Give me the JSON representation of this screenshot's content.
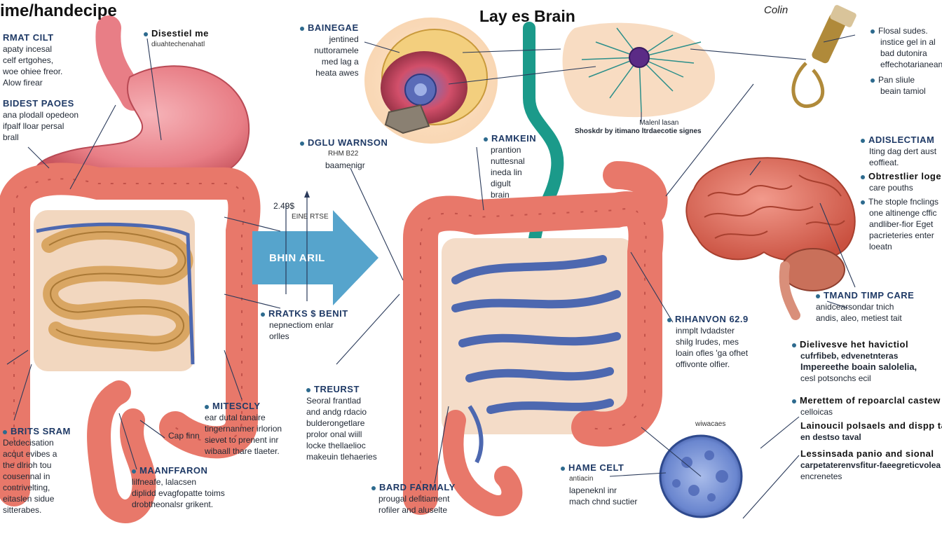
{
  "titles": {
    "left": "ime/handecipe",
    "center": "Lay es Brain",
    "right": "Colin"
  },
  "arrow_label": "BHIN ARIL",
  "labels": {
    "rmat_celt": {
      "head": "RMAT CILT",
      "lines": [
        "apaty incesal",
        "celf ertgohes,",
        "woe ohiee freor.",
        "Alow firear"
      ]
    },
    "bidest": {
      "head": "BIDEST PAOES",
      "lines": [
        "ana plodall opedeon",
        "ifpalf lloar persal",
        "brall"
      ]
    },
    "brits_sram": {
      "head": "BRITS SRAM",
      "lines": [
        "Detdecisation",
        "acqut evibes a",
        "the dlrioh tou",
        "cousennal in",
        "contrivelting,",
        "eitaslen sidue",
        "sitterabes."
      ]
    },
    "disestiel": {
      "head": "Disestiel me",
      "lines": [
        "diuahtechenahatl"
      ]
    },
    "mitescly": {
      "head": "MITESCLY",
      "lines": [
        "ear dutal tanaire",
        "tingernanmer irlorion",
        "sievet to prenent inr",
        "wibaall thare tlaeter."
      ]
    },
    "cap_enn": {
      "lines": [
        "Cap finn"
      ]
    },
    "maanfaron": {
      "head": "MAANFFARON",
      "lines": [
        "lilfneafe, lalacsen",
        "diplidd evagfopatte toims",
        "drobtheonalsr grikent."
      ]
    },
    "bainegae": {
      "head": "BAINEGAE",
      "lines": [
        "jentined",
        "nuttoramele",
        "med lag a",
        "heata awes"
      ]
    },
    "dglu_warnson": {
      "head": "DGLU WARNSON",
      "lines": [
        "RHM B22",
        "baamenigr"
      ]
    },
    "value_marker": {
      "lines": [
        "2.49$"
      ]
    },
    "value_sub": {
      "lines": [
        "EINE RTSE"
      ]
    },
    "rratks": {
      "head": "RRATKS $ BENIT",
      "lines": [
        "nepnectiom enlar",
        "orlles"
      ]
    },
    "treurst": {
      "head": "TREURST",
      "lines": [
        "Seoral frantlad",
        "and andg rdacio",
        "bulderongetlare",
        "prolor onal wiill",
        "locke thellaelioc",
        "makeuin tlehaeries"
      ]
    },
    "bard_farmaly": {
      "head": "BARD FARMALY",
      "lines": [
        "prougal delitiament",
        "rofiler and aluselte"
      ]
    },
    "ramkein": {
      "head": "RAMKEIN",
      "lines": [
        "prantion",
        "nuttesnal",
        "ineda lin",
        "digult",
        "brain"
      ]
    },
    "neuron_caption": {
      "lines": [
        "Malenl lasan",
        "Shoskdr by itimano ltrdaecotie signes"
      ]
    },
    "rihanvon": {
      "head": "RIHANVON 62.9",
      "lines": [
        "inmplt lvdadster",
        "shilg lrudes, mes",
        "loain ofles 'ga ofhet",
        "offivonte olfier."
      ]
    },
    "hame_celt": {
      "head": "HAME CELT",
      "lines": [
        "antiacin",
        "lapeneknl inr",
        "mach chnd suctier"
      ]
    },
    "cell_caption": {
      "lines": [
        "wiwacaes"
      ]
    },
    "flosal": {
      "lines": [
        "Flosal sudes.",
        "instice gel in al",
        "bad dutonira",
        "effechotarianean"
      ]
    },
    "pan_stile": {
      "lines": [
        "Pan sliule",
        "beain tamiol"
      ]
    },
    "adislectiam": {
      "head": "ADISLECTIAM",
      "lines": [
        "Iting dag dert aust",
        "eoffieat."
      ]
    },
    "obtrestlier": {
      "head": "Obtrestlier loge",
      "lines": [
        "care pouths"
      ]
    },
    "stople": {
      "lines": [
        "The stople fnclings",
        "one altinenge cffic",
        "andliber-fior Eget",
        "pacrieteries enter",
        "loeatn"
      ]
    },
    "tmand": {
      "head": "TMAND TIMP CARE",
      "lines": [
        "anidcearsondar tnich",
        "andis, aleo, metiest tait"
      ]
    },
    "dielivesve": {
      "head": "Dielivesve het havictiol",
      "lines": [
        "cufrfibeb, edvenetnteras",
        "Impereethe boain salolelia,",
        "cesl potsonchs ecil"
      ]
    },
    "merettem": {
      "head": "Merettem of repoarclal castew",
      "lines": [
        "celloicas"
      ]
    },
    "lainoucil": {
      "head": "Lainoucil polsaels and dispp tage",
      "lines": [
        "en destso taval"
      ]
    },
    "lessinsada": {
      "head": "Lessinsada panio and sional",
      "lines": [
        "carpetaterenvsfitur-faeegreticvolea",
        "encrenetes"
      ]
    }
  },
  "colors": {
    "intestine": "#e8786a",
    "intestine_dark": "#c2524a",
    "stomach": "#ec8d94",
    "vessel": "#4d68b0",
    "small_intestine": "#d9a663",
    "arrow": "#56a4cc",
    "vagus_nerve": "#1b9a8a",
    "neuron": "#5b2b86",
    "brain": "#e06a5c",
    "cell": "#7b95d6",
    "headings": "#1f3a66"
  }
}
